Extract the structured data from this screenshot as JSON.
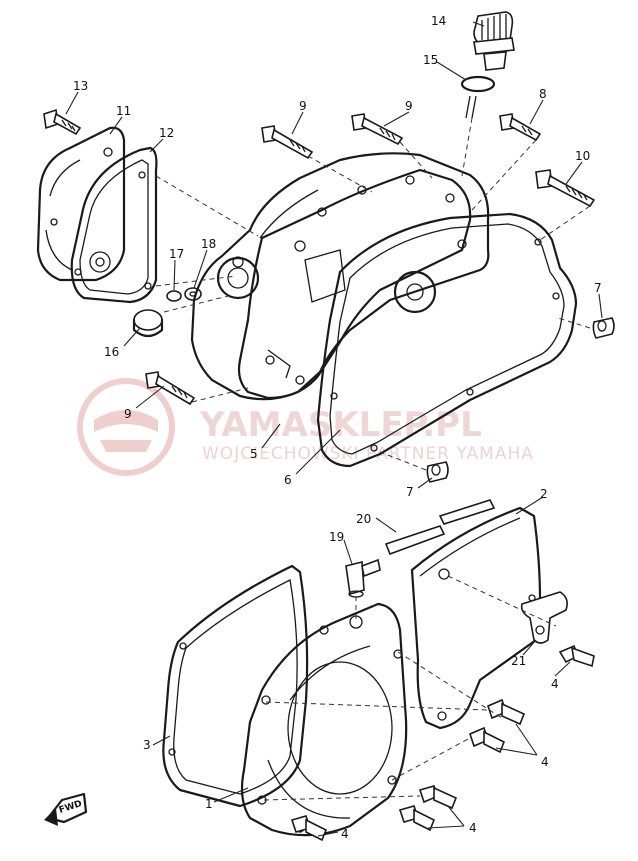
{
  "watermark": {
    "brand": "YAMASKLEP.PL",
    "subtitle": "WOJCIECHOWSKI PARTNER YAMAHA"
  },
  "fwd_label": "FWD",
  "callouts": {
    "c1": "1",
    "c2": "2",
    "c3": "3",
    "c4a": "4",
    "c4b": "4",
    "c4c": "4",
    "c4d": "4",
    "c5": "5",
    "c6": "6",
    "c7a": "7",
    "c7b": "7",
    "c8": "8",
    "c9a": "9",
    "c9b": "9",
    "c9c": "9",
    "c10": "10",
    "c11": "11",
    "c12": "12",
    "c13": "13",
    "c14": "14",
    "c15": "15",
    "c16": "16",
    "c17": "17",
    "c18": "18",
    "c19": "19",
    "c20": "20",
    "c21": "21"
  },
  "colors": {
    "ink": "#1a1a1a",
    "watermark": "#e9c9c9"
  }
}
